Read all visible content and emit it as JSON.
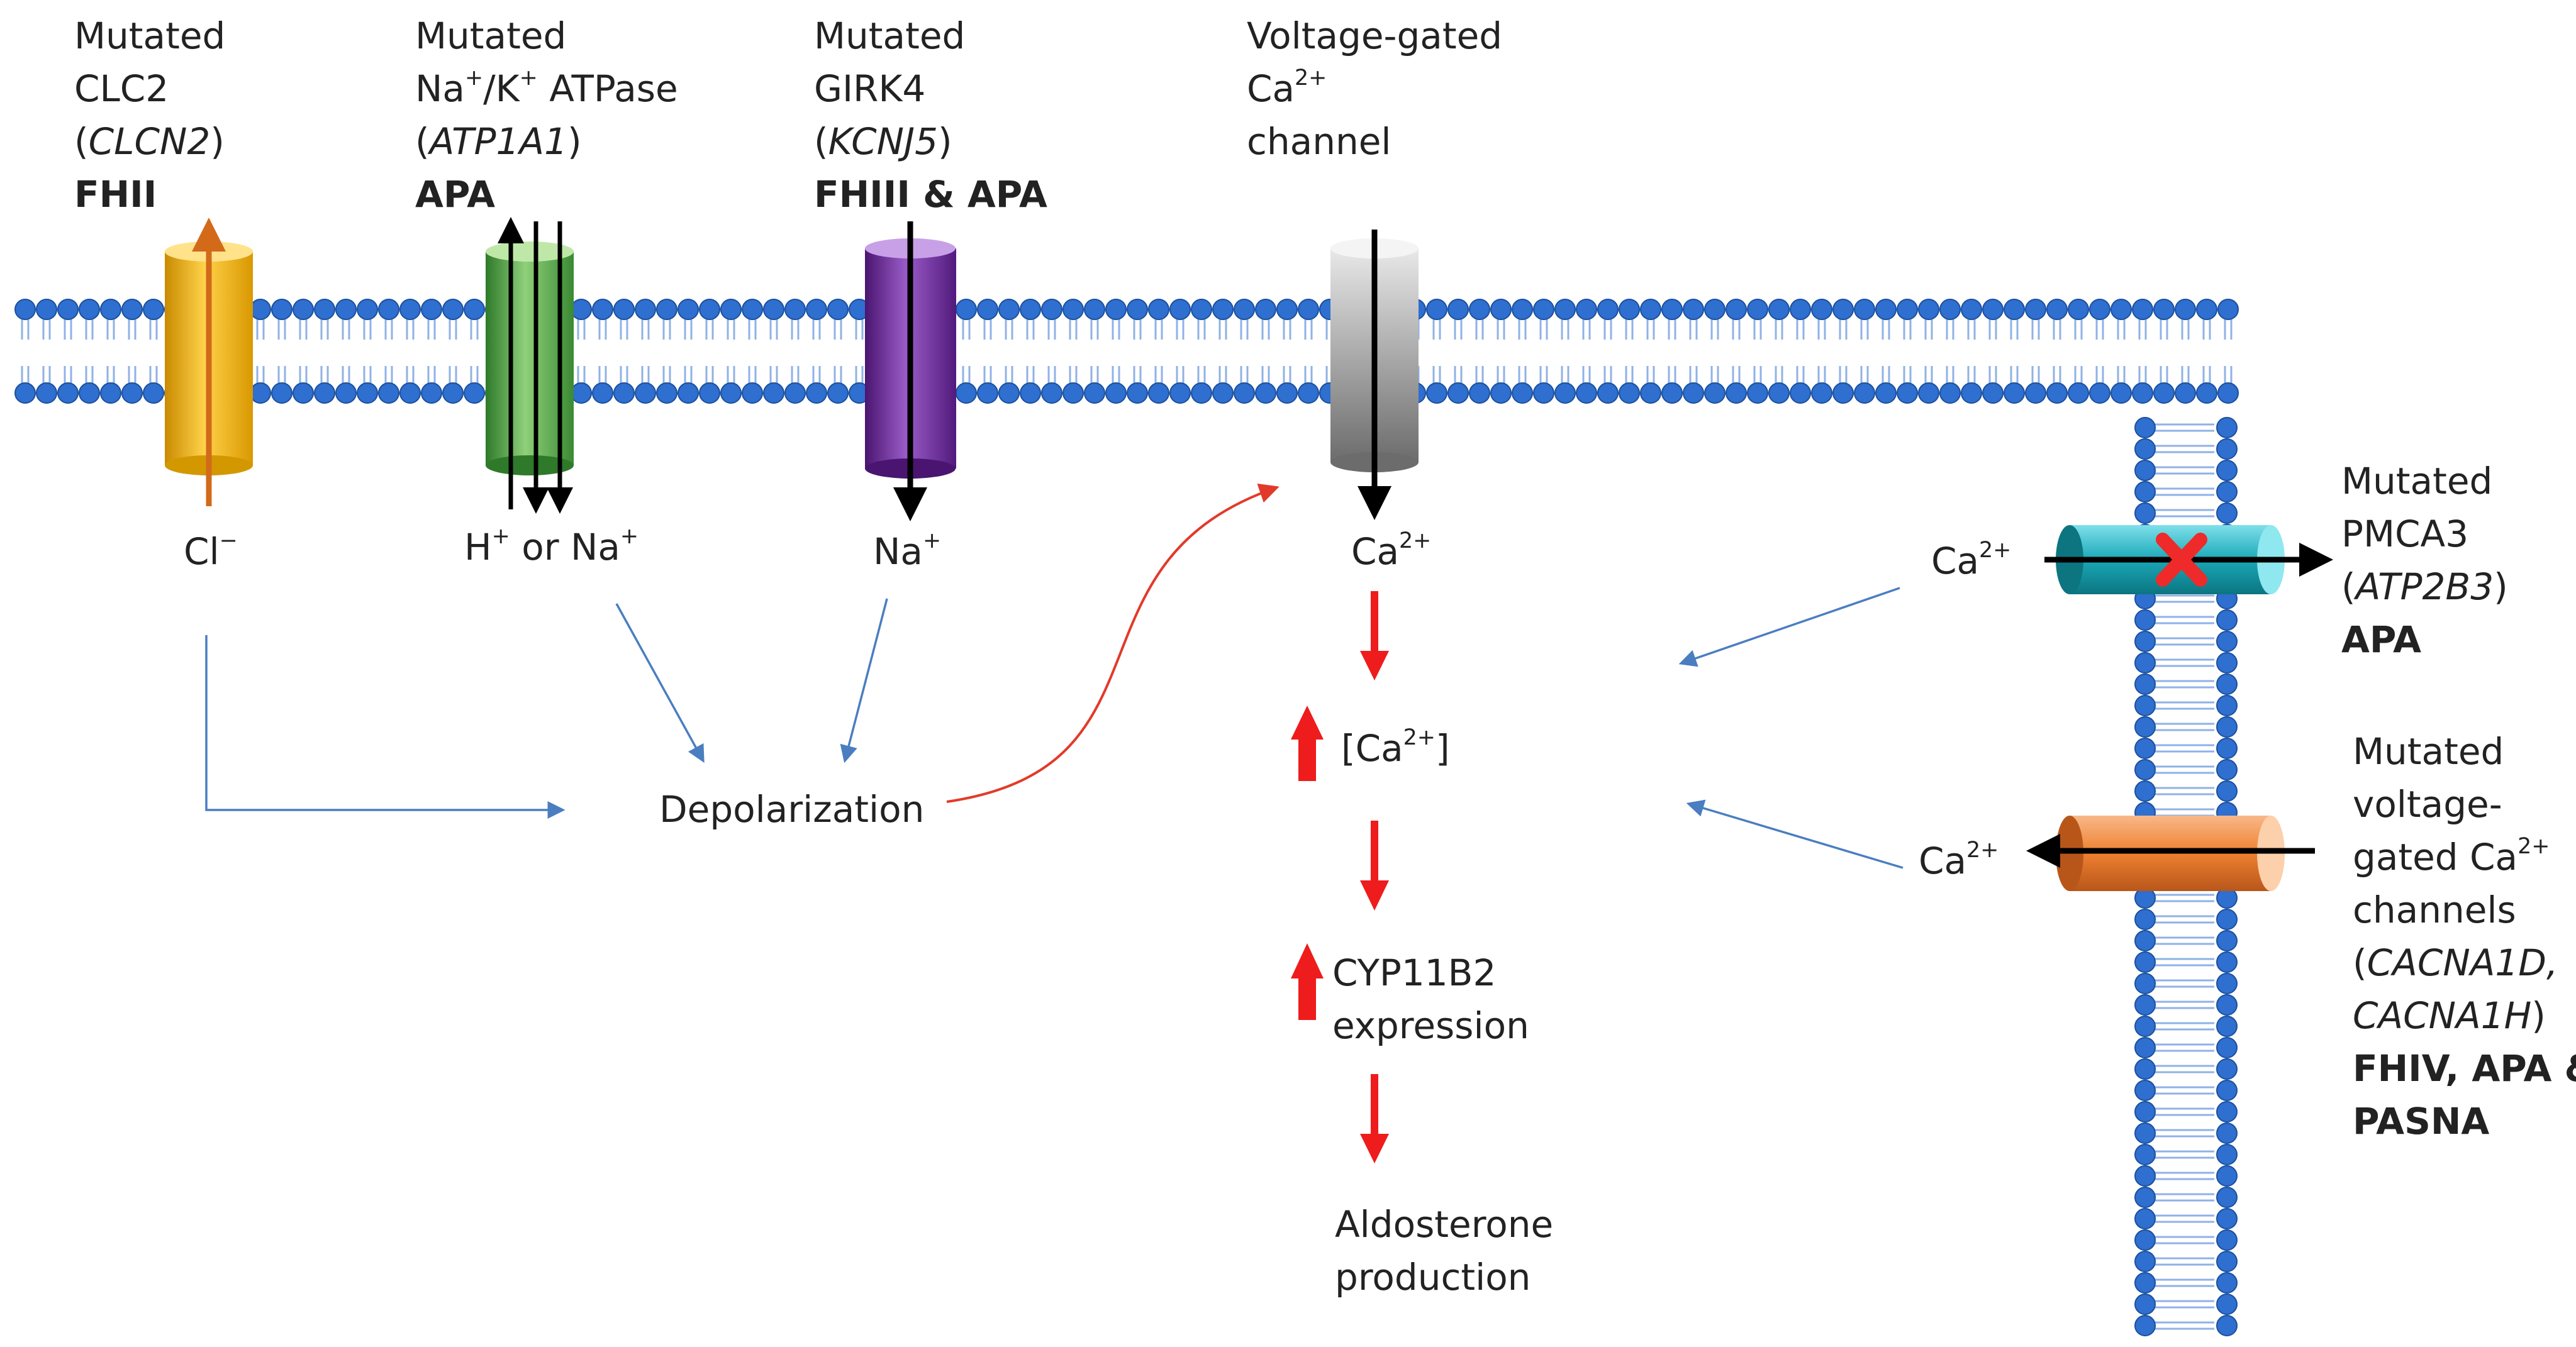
{
  "colors": {
    "membrane_head": "#2e6fd0",
    "membrane_head_edge": "#1c4f9c",
    "membrane_tail": "#8fb2e6",
    "flow_arrow": "#4a7ec0",
    "curve_arrow": "#e23a2a",
    "cascade_arrow": "#ee1c1c",
    "clc2": "#f2b200",
    "atpase": "#4fa843",
    "girk4": "#6a2a99",
    "ca_channel": "#9a9a9a",
    "pmca3": "#1aa8b8",
    "vg_ca_channel": "#ee8030",
    "cl_arrow": "#d26a1a",
    "block_mark": "#ee2a2a"
  },
  "channels": {
    "clc2": {
      "line1": "Mutated",
      "line2": "CLC2",
      "gene_open": "(",
      "gene": "CLCN2",
      "gene_close": ")",
      "disease": "FHII",
      "ion": "Cl",
      "ion_charge": "−",
      "icon": "chloride-channel-icon"
    },
    "atpase": {
      "line1": "Mutated",
      "name_na": "Na",
      "name_na_charge": "+",
      "name_k": "/K",
      "name_k_charge": "+",
      "name_rest": " ATPase",
      "gene_open": "(",
      "gene": "ATP1A1",
      "gene_close": ")",
      "disease": "APA",
      "ion_h": "H",
      "ion_h_charge": "+",
      "ion_or": " or Na",
      "ion_na_charge": "+",
      "icon": "sodium-potassium-pump-icon"
    },
    "girk4": {
      "line1": "Mutated",
      "line2": "GIRK4",
      "gene_open": "(",
      "gene": "KCNJ5",
      "gene_close": ")",
      "disease": "FHIII & APA",
      "ion": "Na",
      "ion_charge": "+",
      "icon": "potassium-channel-icon"
    },
    "vgcc": {
      "line1": "Voltage-gated",
      "line2": "Ca",
      "line2_charge": "2+",
      "line3": "channel",
      "ion": "Ca",
      "ion_charge": "2+",
      "icon": "calcium-channel-icon"
    },
    "pmca3": {
      "line1": "Mutated",
      "line2": "PMCA3",
      "gene_open": "(",
      "gene": "ATP2B3",
      "gene_close": ")",
      "disease": "APA",
      "ion": "Ca",
      "ion_charge": "2+",
      "icon": "calcium-pump-icon",
      "block_icon": "blocked-x-icon"
    },
    "cacna": {
      "line1": "Mutated",
      "line2": "voltage-",
      "line3": "gated Ca",
      "line3_charge": "2+",
      "line4": "channels",
      "gene1_open": "(",
      "gene1": "CACNA1D,",
      "gene2": "CACNA1H",
      "gene2_close": ")",
      "disease1": "FHIV, APA &",
      "disease2": "PASNA",
      "ion": "Ca",
      "ion_charge": "2+",
      "icon": "calcium-channel-icon"
    }
  },
  "pathway": {
    "depolarization": "Depolarization",
    "ca_open": "[Ca",
    "ca_charge": "2+",
    "ca_close": "]",
    "cyp_line1": "CYP11B2",
    "cyp_line2": "expression",
    "aldo_line1": "Aldosterone",
    "aldo_line2": "production",
    "increase_icon": "up-arrow-icon"
  }
}
